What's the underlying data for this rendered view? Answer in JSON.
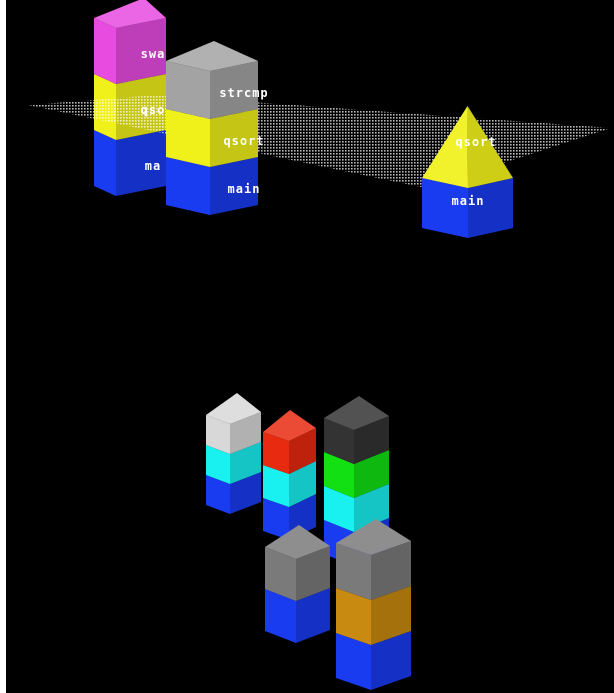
{
  "colors": {
    "background": "#000000",
    "page": "#ffffff",
    "main": "#1a3cf0",
    "qsort": "#f0f01a",
    "swap": "#e84be0",
    "strcmp": "#a3a3a3",
    "cyan": "#19f0f0",
    "red": "#e82a10",
    "green": "#12e012",
    "dark": "#333333",
    "light": "#d8d8d8",
    "gray": "#7a7a7a",
    "orange": "#c88a10",
    "plane": "#ffffff"
  },
  "stacks": [
    {
      "name": "stack-swap",
      "frames": [
        {
          "func": "main",
          "label": "ma",
          "color": "main"
        },
        {
          "func": "qsort",
          "label": "qso",
          "color": "qsort"
        },
        {
          "func": "swap",
          "label": "swa",
          "color": "swap"
        }
      ]
    },
    {
      "name": "stack-strcmp",
      "frames": [
        {
          "func": "main",
          "label": "main",
          "color": "main"
        },
        {
          "func": "qsort",
          "label": "qsort",
          "color": "qsort"
        },
        {
          "func": "strcmp",
          "label": "strcmp",
          "color": "strcmp"
        }
      ]
    },
    {
      "name": "stack-pyramid",
      "frames": [
        {
          "func": "main",
          "label": "main",
          "color": "main"
        },
        {
          "func": "qsort",
          "label": "qsort",
          "color": "qsort"
        }
      ]
    },
    {
      "name": "stack-light",
      "frames": [
        {
          "func": "",
          "label": "",
          "color": "main"
        },
        {
          "func": "",
          "label": "",
          "color": "cyan"
        },
        {
          "func": "",
          "label": "",
          "color": "light"
        }
      ]
    },
    {
      "name": "stack-red",
      "frames": [
        {
          "func": "",
          "label": "",
          "color": "main"
        },
        {
          "func": "",
          "label": "",
          "color": "cyan"
        },
        {
          "func": "",
          "label": "",
          "color": "red"
        }
      ]
    },
    {
      "name": "stack-dark",
      "frames": [
        {
          "func": "",
          "label": "",
          "color": "main"
        },
        {
          "func": "",
          "label": "",
          "color": "cyan"
        },
        {
          "func": "",
          "label": "",
          "color": "green"
        },
        {
          "func": "",
          "label": "",
          "color": "dark"
        }
      ]
    },
    {
      "name": "stack-gray-left",
      "frames": [
        {
          "func": "",
          "label": "",
          "color": "main"
        },
        {
          "func": "",
          "label": "",
          "color": "gray"
        }
      ]
    },
    {
      "name": "stack-gray-right",
      "frames": [
        {
          "func": "",
          "label": "",
          "color": "main"
        },
        {
          "func": "",
          "label": "",
          "color": "orange"
        },
        {
          "func": "",
          "label": "",
          "color": "gray"
        }
      ]
    }
  ]
}
